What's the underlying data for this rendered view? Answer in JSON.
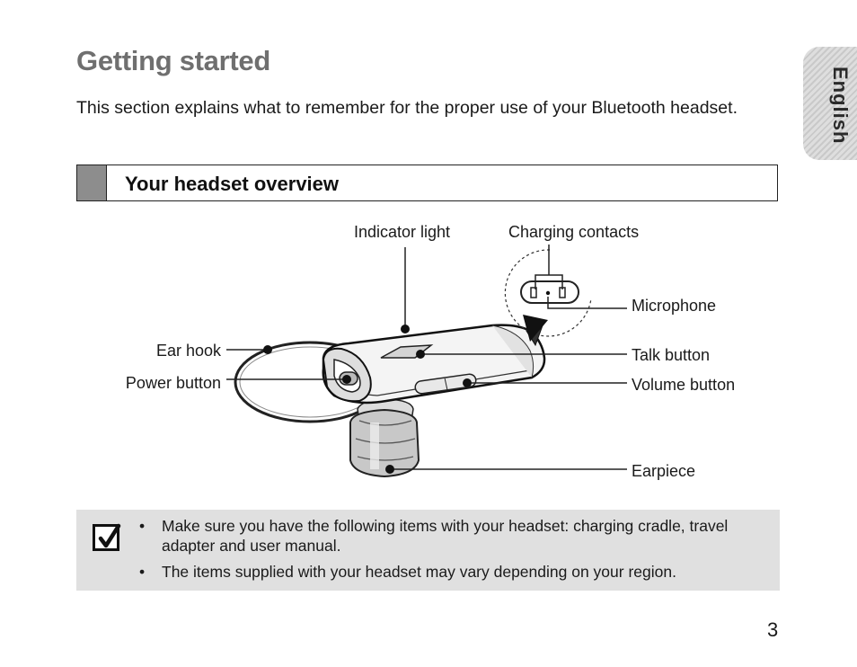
{
  "page": {
    "title": "Getting started",
    "intro": "This section explains what to remember for the proper use of your Bluetooth headset.",
    "section_title": "Your headset overview",
    "language_tab": "English",
    "page_number": "3"
  },
  "diagram": {
    "labels": {
      "indicator_light": "Indicator light",
      "charging_contacts": "Charging contacts",
      "microphone": "Microphone",
      "ear_hook": "Ear hook",
      "power_button": "Power button",
      "talk_button": "Talk button",
      "volume_button": "Volume button",
      "earpiece": "Earpiece"
    }
  },
  "note": {
    "bullet": "•",
    "items": [
      "Make sure you have the following items with your headset: charging cradle, travel adapter and user manual.",
      "The items supplied with your headset may vary depending on your region."
    ]
  },
  "icons": {
    "note": "checkbox-check-icon"
  }
}
